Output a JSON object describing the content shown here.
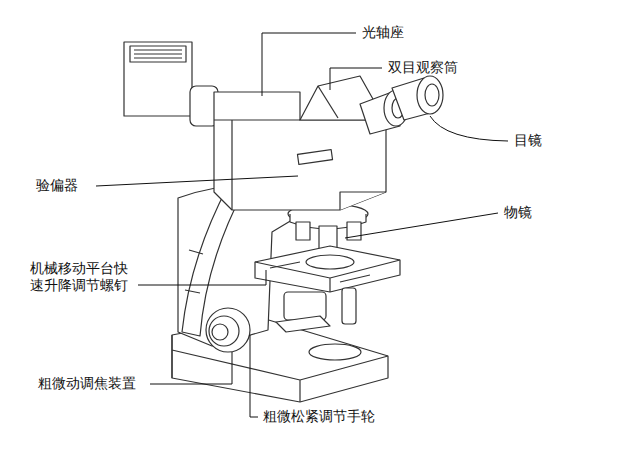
{
  "diagram": {
    "labels": [
      "光轴座",
      "双目观察筒",
      "目镜",
      "验偏器",
      "物镜",
      "机械移动平台快 速升降调节螺钉",
      "粗微动调焦装置",
      "粗微松紧调节手轮"
    ]
  }
}
